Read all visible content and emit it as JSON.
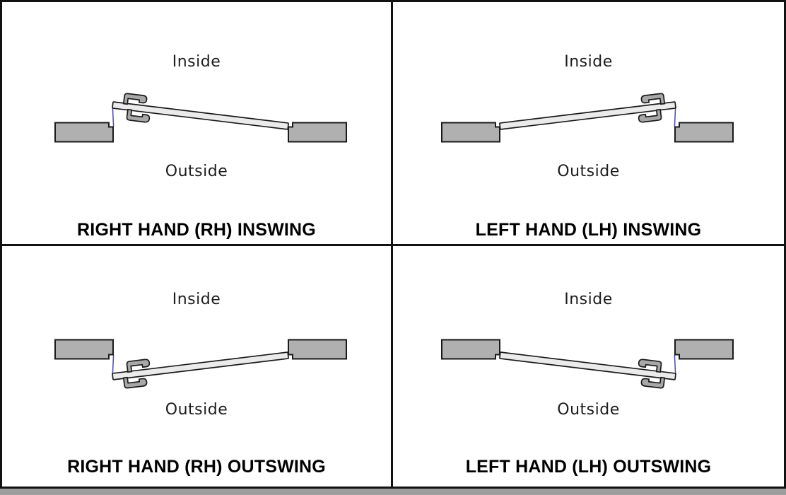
{
  "figure": {
    "type": "door-handing-diagram",
    "quadrants": [
      {
        "id": "rh-inswing",
        "inside_label": "Inside",
        "outside_label": "Outside",
        "title": "RIGHT HAND (RH) INSWING",
        "hinge_side": "left",
        "swing_direction": "inswing"
      },
      {
        "id": "lh-inswing",
        "inside_label": "Inside",
        "outside_label": "Outside",
        "title": "LEFT HAND (LH) INSWING",
        "hinge_side": "right",
        "swing_direction": "inswing"
      },
      {
        "id": "rh-outswing",
        "inside_label": "Inside",
        "outside_label": "Outside",
        "title": "RIGHT HAND (RH) OUTSWING",
        "hinge_side": "left",
        "swing_direction": "outswing"
      },
      {
        "id": "lh-outswing",
        "inside_label": "Inside",
        "outside_label": "Outside",
        "title": "LEFT HAND (LH) OUTSWING",
        "hinge_side": "right",
        "swing_direction": "outswing"
      }
    ],
    "colors": {
      "wall": "#b0b0b0",
      "door": "#ebebeb",
      "hinge": "#a8a8a8",
      "pivot": "#4a4ab8",
      "line": "#1a1a1a",
      "label_text": "#1d1d1d",
      "title_text": "#000000",
      "frame": "#121212",
      "page_edge": "#9e9e9e"
    }
  }
}
